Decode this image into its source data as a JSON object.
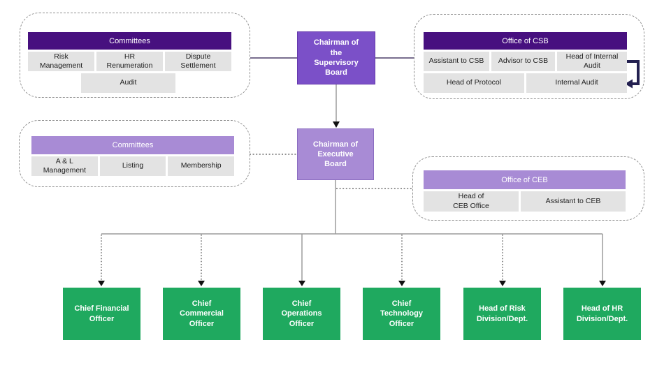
{
  "org": {
    "nodes": {
      "chairman_sb": "Chairman of\nthe\nSupervisory\nBoard",
      "chairman_eb": "Chairman of\nExecutive\nBoard"
    },
    "committees_sb": {
      "header": "Committees",
      "cells": [
        "Risk\nManagement",
        "HR\nRenumeration",
        "Dispute\nSettlement"
      ],
      "cell_audit": "Audit"
    },
    "office_csb": {
      "header": "Office of CSB",
      "row1": [
        "Assistant to CSB",
        "Advisor to CSB",
        "Head of Internal\nAudit"
      ],
      "row2": [
        "Head of Protocol",
        "Internal Audit"
      ]
    },
    "committees_eb": {
      "header": "Committees",
      "cells": [
        "A & L\nManagement",
        "Listing",
        "Membership"
      ]
    },
    "office_ceb": {
      "header": "Office of CEB",
      "cells": [
        "Head of\nCEB Office",
        "Assistant to CEB"
      ]
    },
    "executives": [
      "Chief Financial\nOfficer",
      "Chief\nCommercial\nOfficer",
      "Chief\nOperations\nOfficer",
      "Chief\nTechnology\nOfficer",
      "Head of Risk\nDivision/Dept.",
      "Head of HR\nDivision/Dept."
    ]
  },
  "colors": {
    "purple-dark": "#47107f",
    "purple-mid": "#7b50c8",
    "purple-mid-border": "#6438ab",
    "purple-light": "#a88bd5",
    "purple-light-border": "#8a6cc0",
    "green": "#1fa95f",
    "cell-gray": "#e3e3e3",
    "text-dark": "#222222",
    "line-gray": "#9c9c9c",
    "line-purple": "#4b3e68",
    "line-dot": "#555555",
    "arrow-navy": "#232050",
    "dash-border": "#8f8f8f"
  }
}
